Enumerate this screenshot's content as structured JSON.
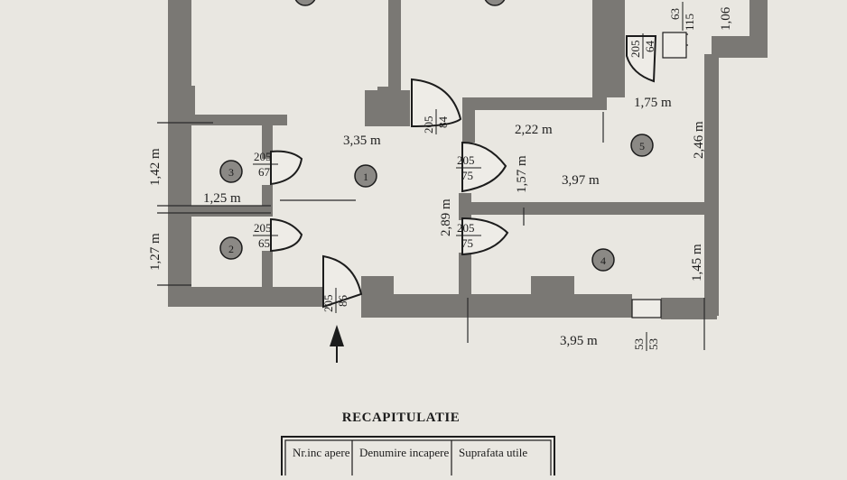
{
  "rooms": [
    {
      "id": "1",
      "label": "1"
    },
    {
      "id": "2",
      "label": "2"
    },
    {
      "id": "3",
      "label": "3"
    },
    {
      "id": "4",
      "label": "4"
    },
    {
      "id": "5",
      "label": "5"
    }
  ],
  "dimensions": {
    "d_335": "3,35 m",
    "d_222": "2,22 m",
    "d_175": "1,75 m",
    "d_246": "2,46 m",
    "d_397": "3,97 m",
    "d_157": "1,57 m",
    "d_142": "1,42 m",
    "d_125": "1,25 m",
    "d_127": "1,27 m",
    "d_289": "2,89 m",
    "d_145": "1,45 m",
    "d_395": "3,95 m",
    "d_106": "1,06"
  },
  "doors": {
    "door_top_right": {
      "top": "205",
      "bottom": "64"
    },
    "door_win_top": {
      "top": "63",
      "bottom": "115"
    },
    "door_hall_upper": {
      "top": "205",
      "bottom": "84"
    },
    "door_room3": {
      "top": "205",
      "bottom": "67"
    },
    "door_room5": {
      "top": "205",
      "bottom": "75"
    },
    "door_room2": {
      "top": "205",
      "bottom": "65"
    },
    "door_room4": {
      "top": "205",
      "bottom": "75"
    },
    "door_entrance": {
      "top": "205",
      "bottom": "86"
    },
    "window_bottom": {
      "top": "53",
      "bottom": "53"
    }
  },
  "summary": {
    "title": "RECAPITULATIE",
    "headers": [
      "Nr.inc apere",
      "Denumire incapere",
      "Suprafata utile"
    ]
  }
}
